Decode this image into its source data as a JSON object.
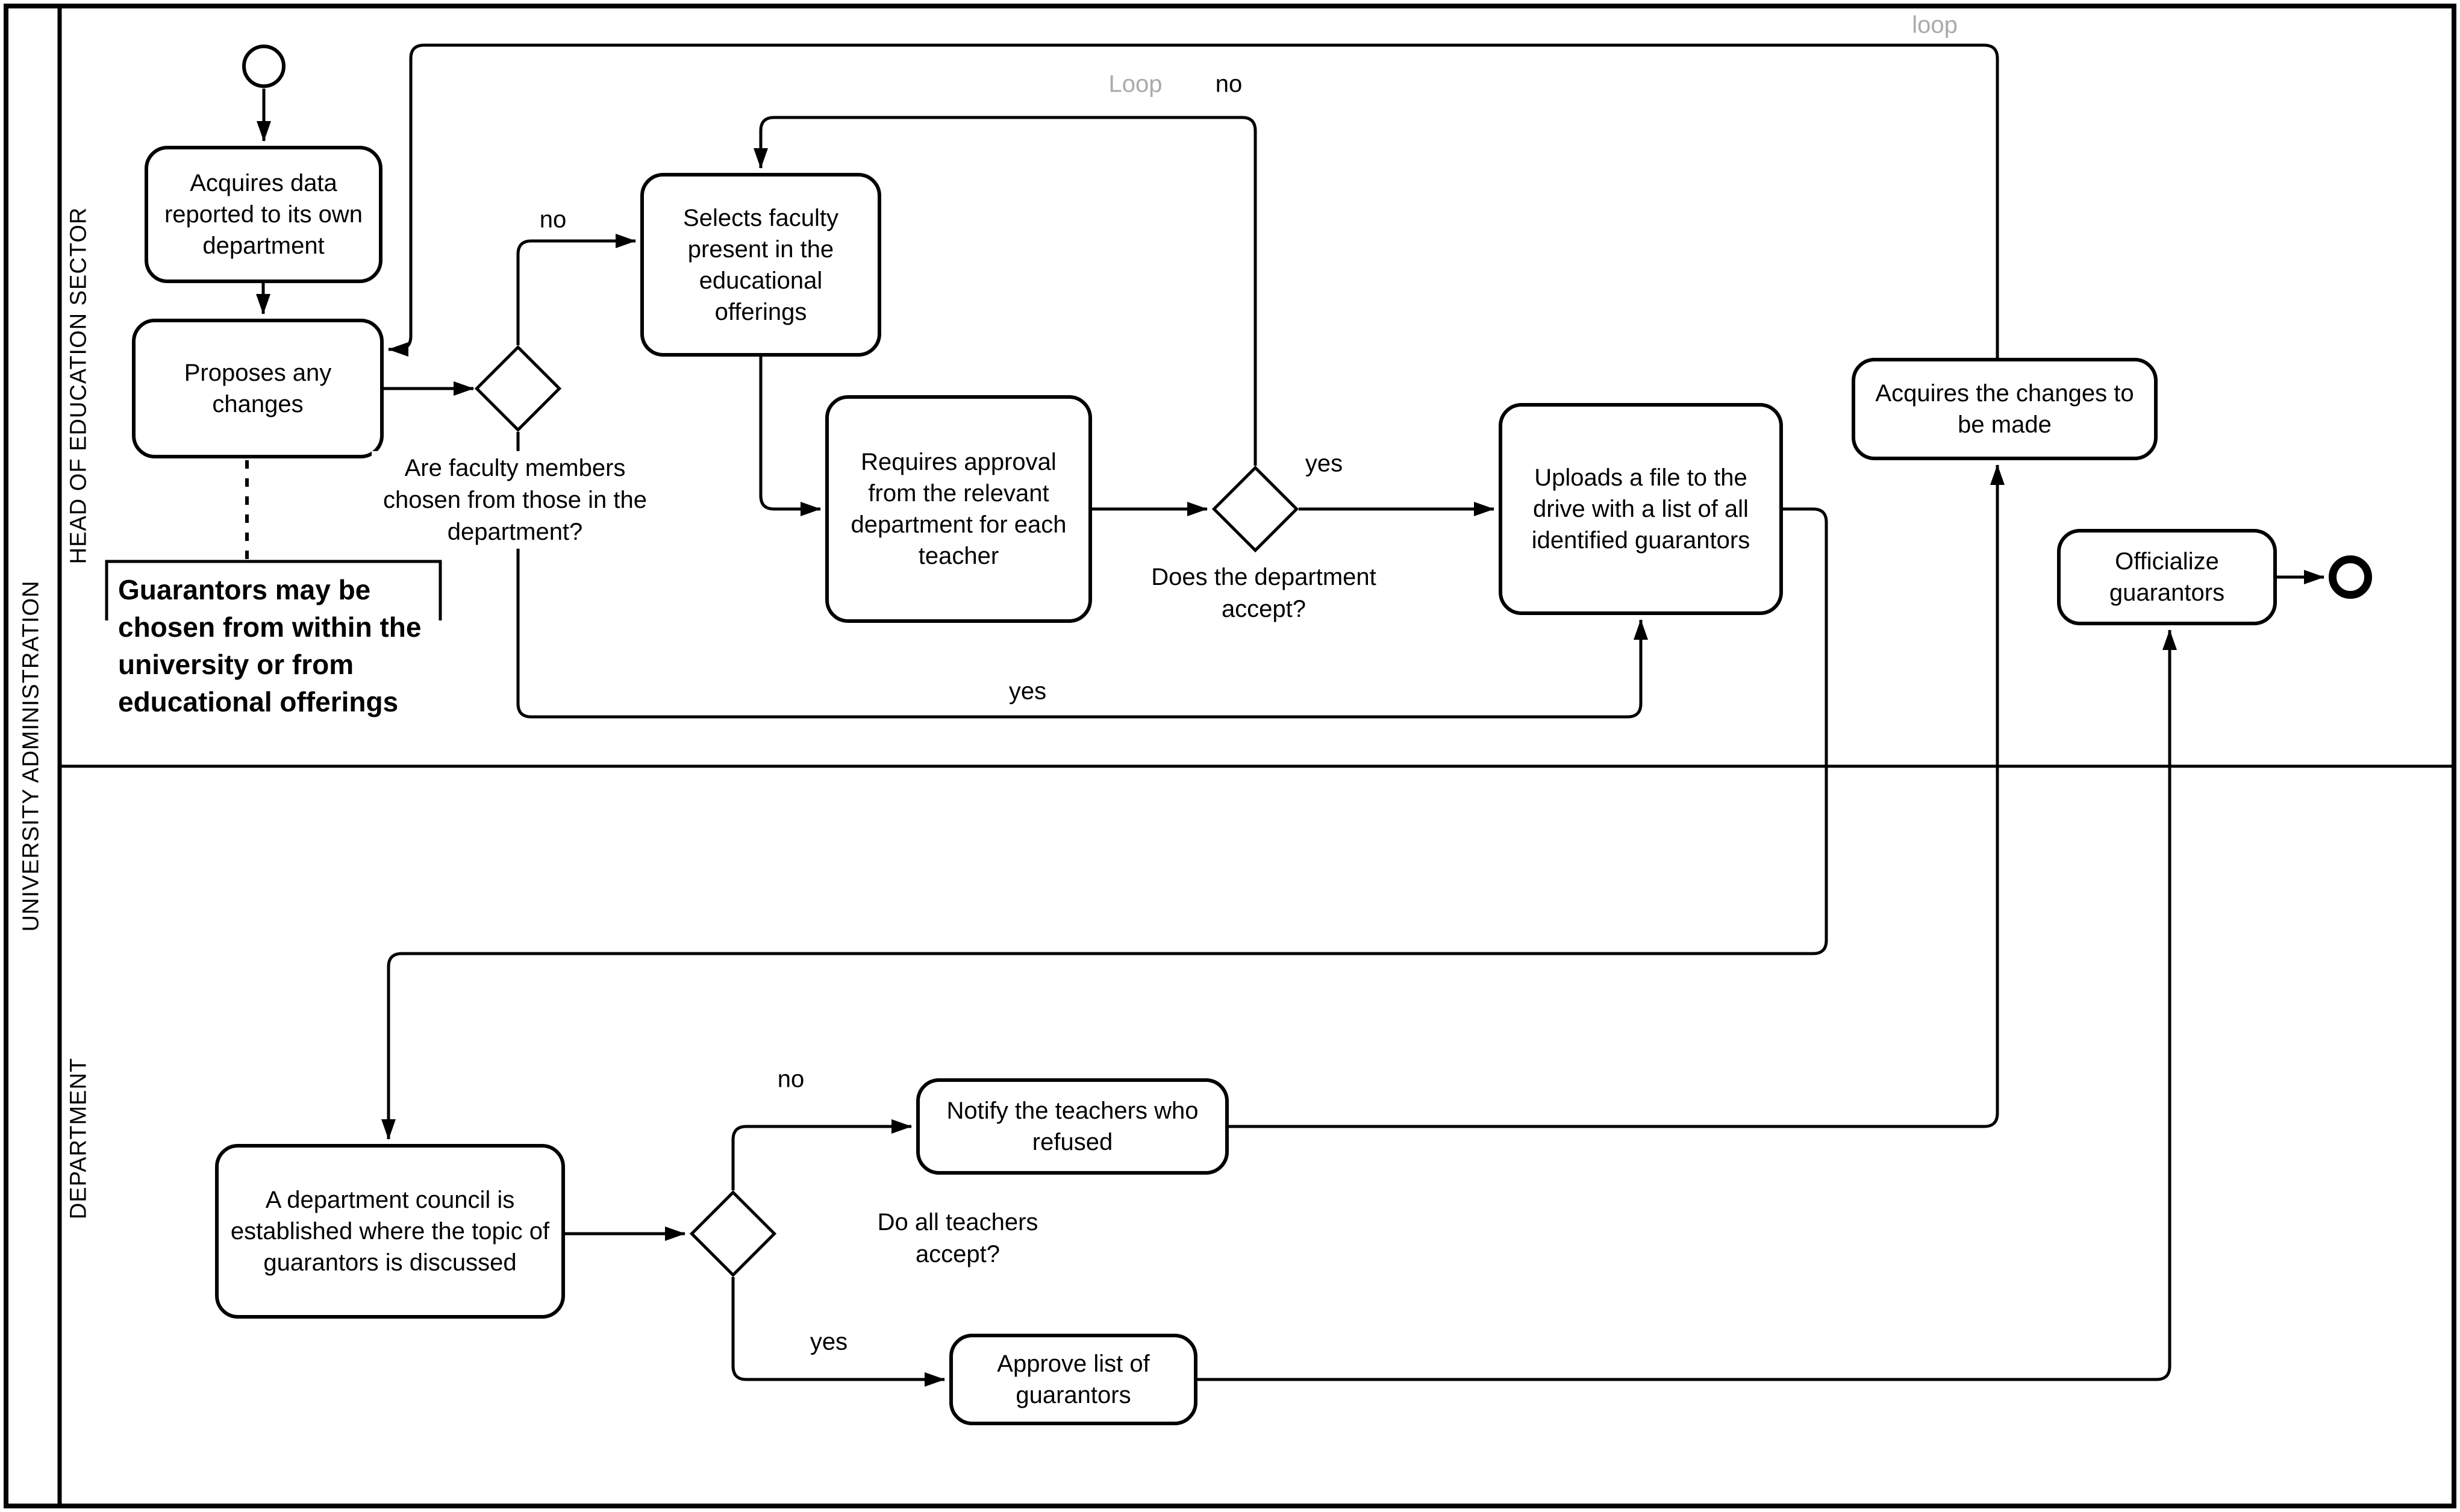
{
  "pool": {
    "label": "UNIVERSITY ADMINISTRATION"
  },
  "lanes": [
    {
      "label": "HEAD OF EDUCATION SECTOR"
    },
    {
      "label": "DEPARTMENT"
    }
  ],
  "tasks": {
    "acquires_data": "Acquires data reported to its own department",
    "proposes_changes": "Proposes any changes",
    "selects_faculty": "Selects faculty present in the educational offerings",
    "requires_approval": "Requires approval from the relevant department for each teacher",
    "uploads_file": "Uploads a file to the drive with a list of all identified guarantors",
    "acquires_changes": "Acquires the changes to be made",
    "officialize_guarantors": "Officialize guarantors",
    "department_council": "A department council is established where the topic of guarantors is discussed",
    "notify_teachers": "Notify the teachers who refused",
    "approve_list": "Approve list of guarantors"
  },
  "gateways": {
    "faculty_members_question": "Are faculty members chosen from those in the department?",
    "department_accept_question": "Does the department accept?",
    "teachers_accept_question": "Do all teachers accept?"
  },
  "edge_labels": {
    "no_faculty": "no",
    "loop_inner": "Loop",
    "no_department": "no",
    "yes_department": "yes",
    "yes_faculty": "yes",
    "loop_outer": "loop",
    "no_teachers": "no",
    "yes_teachers": "yes"
  },
  "annotation": {
    "text": "Guarantors may be chosen from within the university or from educational offerings"
  },
  "colors": {
    "stroke": "#000000",
    "loop_label_gray": "#aaaaaa",
    "background": "#ffffff"
  }
}
